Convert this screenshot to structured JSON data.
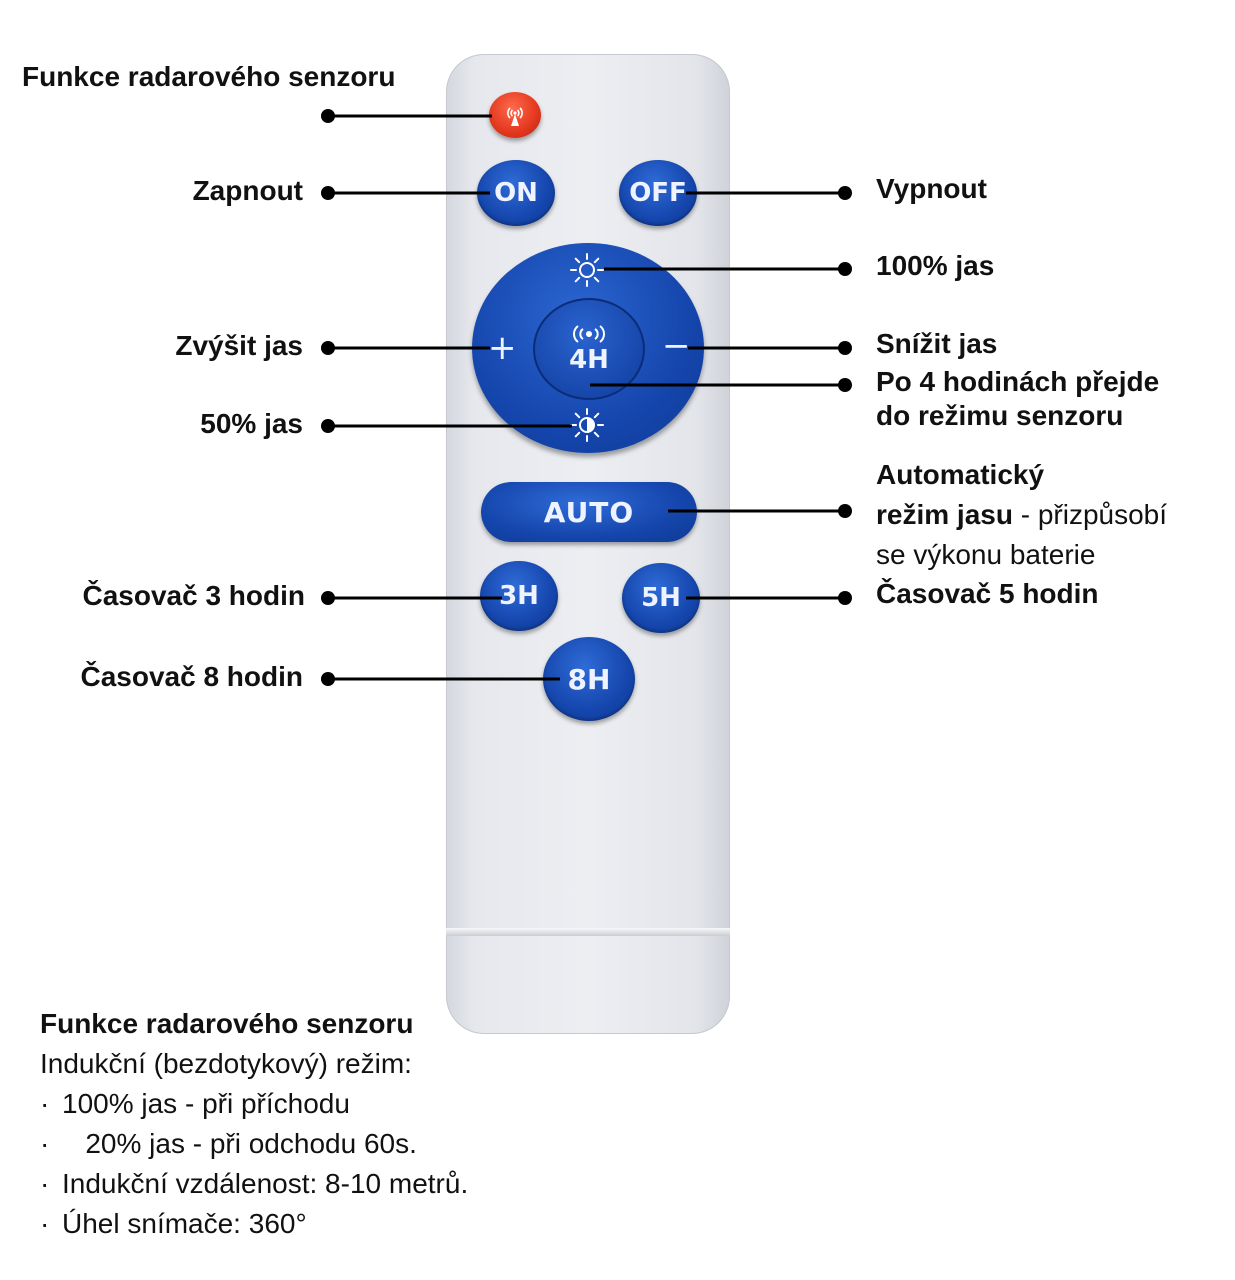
{
  "remote": {
    "buttons": {
      "on": "ON",
      "off": "OFF",
      "plus": "+",
      "minus": "−",
      "timer_4h": "4H",
      "auto": "AUTO",
      "timer_3h": "3H",
      "timer_5h": "5H",
      "timer_8h": "8H"
    },
    "colors": {
      "button_blue": "#1546ad",
      "radar_red": "#e2371e",
      "body_grey": "#eceef2"
    }
  },
  "callouts": {
    "radar": "Funkce radarového senzoru",
    "on": "Zapnout",
    "off": "Vypnout",
    "full_brightness": "100% jas",
    "increase": "Zvýšit jas",
    "decrease": "Snížit jas",
    "sensor_mode_line1": "Po 4 hodinách přejde",
    "sensor_mode_line2": "do režimu senzoru",
    "half_brightness": "50% jas",
    "auto_line1": "Automatický",
    "auto_line2_bold": "režim jasu",
    "auto_line2_rest": " - přizpůsobí",
    "auto_line3": "se výkonu baterie",
    "timer_3h": "Časovač 3 hodin",
    "timer_5h": "Časovač 5 hodin",
    "timer_8h": "Časovač 8 hodin"
  },
  "info": {
    "title": "Funkce radarového senzoru",
    "subtitle": "Indukční (bezdotykový) režim:",
    "bullet": "·",
    "items": [
      "100% jas - při příchodu",
      "   20% jas - při odchodu 60s.",
      "Indukční vzdálenost: 8-10 metrů.",
      "Úhel snímače: 360°"
    ]
  }
}
